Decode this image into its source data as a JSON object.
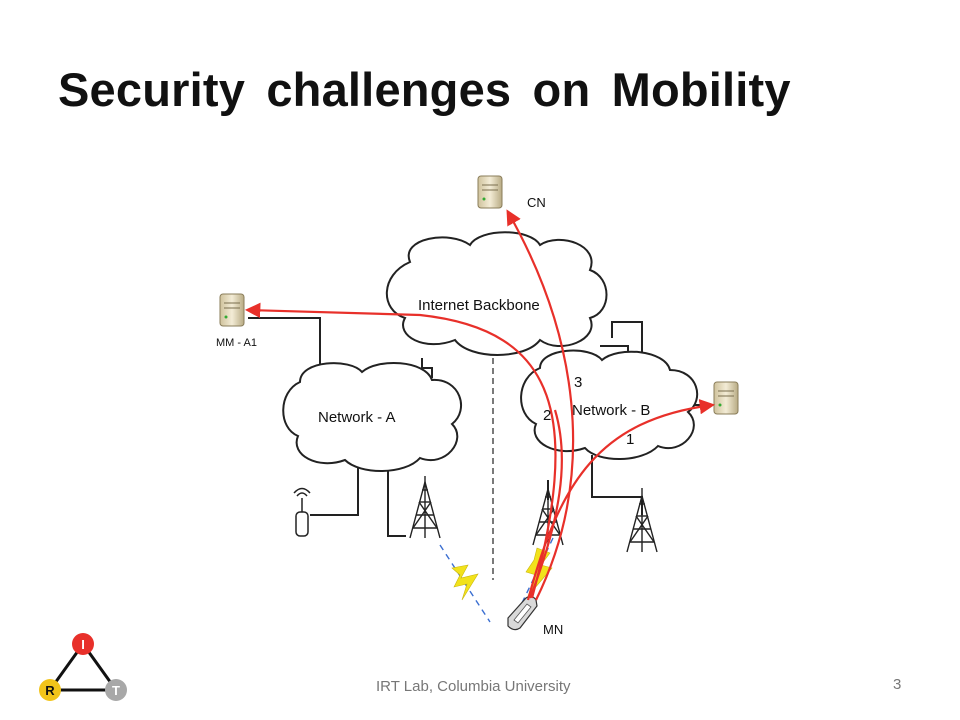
{
  "slide": {
    "title": "Security challenges on Mobility",
    "footer": "IRT Lab, Columbia University",
    "page_number": "3"
  },
  "diagram": {
    "clouds": {
      "internet": "Internet Backbone",
      "network_a": "Network - A",
      "network_b": "Network - B"
    },
    "nodes": {
      "cn": "CN",
      "mm_a1": "MM - A1",
      "mn": "MN"
    },
    "path_labels": [
      "1",
      "2",
      "3"
    ],
    "colors": {
      "path": "#e8302a",
      "lightning": "#f2e21b",
      "cloud_stroke": "#222222",
      "server_body": "#e9dfc2"
    }
  },
  "logo": {
    "letters": [
      "I",
      "R",
      "T"
    ],
    "colors": {
      "top": "#e8302a",
      "left": "#f2c41a",
      "right": "#a8a8a8"
    }
  }
}
